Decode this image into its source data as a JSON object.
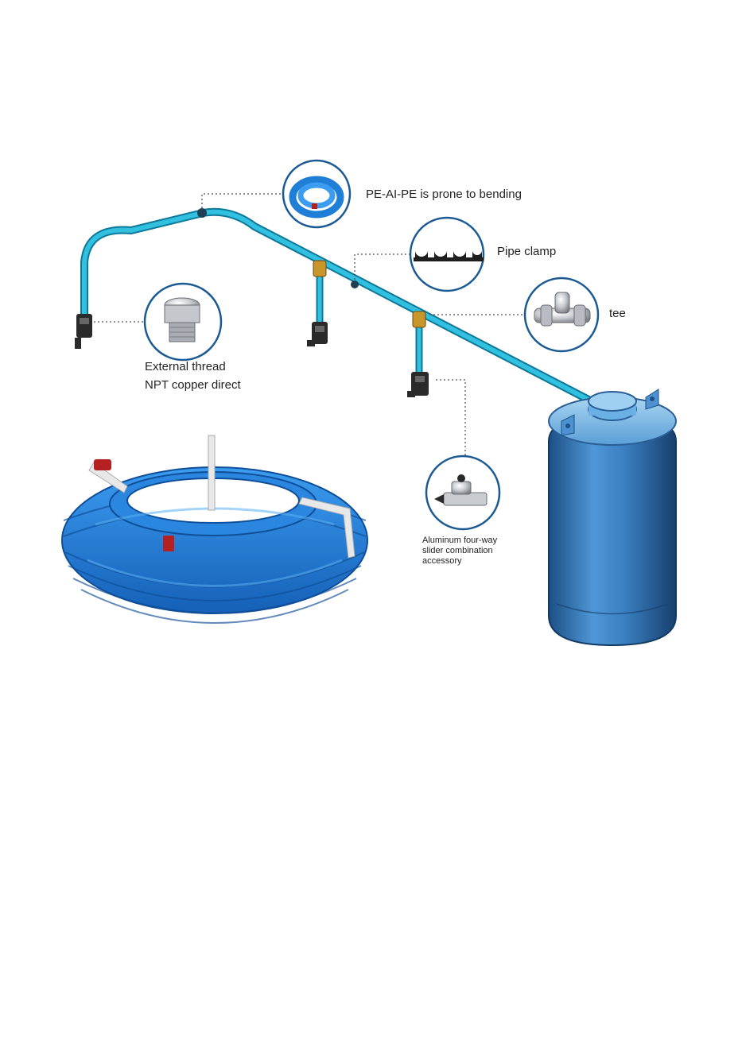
{
  "callouts": {
    "bending": "PE-AI-PE is prone to bending",
    "pipe_clamp": "Pipe clamp",
    "tee": "tee",
    "external_thread": [
      "External thread",
      "NPT copper direct"
    ],
    "aluminum_slider": [
      "Aluminum four-way",
      "slider combination",
      "accessory"
    ]
  },
  "colors": {
    "pipe": "#1aa6c8",
    "pipe_dark": "#0e7898",
    "hose": "#1f7fd6",
    "hose_dark": "#0f56a8",
    "tank": "#3f86c8",
    "tank_dark": "#1c4f86",
    "brass": "#c8962a",
    "strap_red": "#b52020",
    "callout_ring": "#1b5a92"
  }
}
